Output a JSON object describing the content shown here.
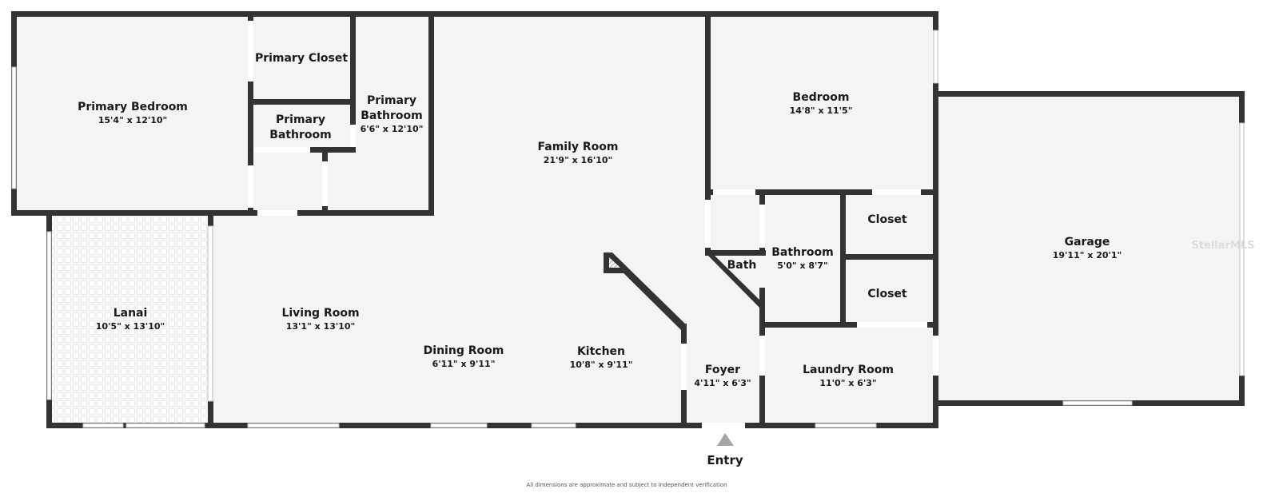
{
  "floorplan": {
    "rooms": [
      {
        "id": "primary-bedroom",
        "name": "Primary Bedroom",
        "dims": "15'4\" x 12'10\""
      },
      {
        "id": "primary-closet",
        "name": "Primary Closet",
        "dims": ""
      },
      {
        "id": "primary-bathroom-small",
        "name_line1": "Primary",
        "name_line2": "Bathroom",
        "dims": ""
      },
      {
        "id": "primary-bathroom",
        "name_line1": "Primary",
        "name_line2": "Bathroom",
        "dims": "6'6\" x 12'10\""
      },
      {
        "id": "family-room",
        "name": "Family Room",
        "dims": "21'9\" x 16'10\""
      },
      {
        "id": "bedroom",
        "name": "Bedroom",
        "dims": "14'8\" x 11'5\""
      },
      {
        "id": "garage",
        "name": "Garage",
        "dims": "19'11\" x 20'1\""
      },
      {
        "id": "lanai",
        "name": "Lanai",
        "dims": "10'5\" x 13'10\""
      },
      {
        "id": "living-room",
        "name": "Living Room",
        "dims": "13'1\" x 13'10\""
      },
      {
        "id": "dining-room",
        "name": "Dining Room",
        "dims": "6'11\" x 9'11\""
      },
      {
        "id": "kitchen",
        "name": "Kitchen",
        "dims": "10'8\" x 9'11\""
      },
      {
        "id": "foyer",
        "name": "Foyer",
        "dims": "4'11\" x 6'3\""
      },
      {
        "id": "bath",
        "name": "Bath",
        "dims": ""
      },
      {
        "id": "bathroom",
        "name": "Bathroom",
        "dims": "5'0\" x 8'7\""
      },
      {
        "id": "closet-1",
        "name": "Closet",
        "dims": ""
      },
      {
        "id": "closet-2",
        "name": "Closet",
        "dims": ""
      },
      {
        "id": "laundry-room",
        "name": "Laundry Room",
        "dims": "11'0\" x 6'3\""
      }
    ],
    "entry_label": "Entry",
    "disclaimer": "All dimensions are approximate and subject to independent verification",
    "watermark": "StellarMLS",
    "colors": {
      "wall": "#333333",
      "floor": "#f4f4f4",
      "entry_arrow": "#a6a6a6"
    }
  }
}
